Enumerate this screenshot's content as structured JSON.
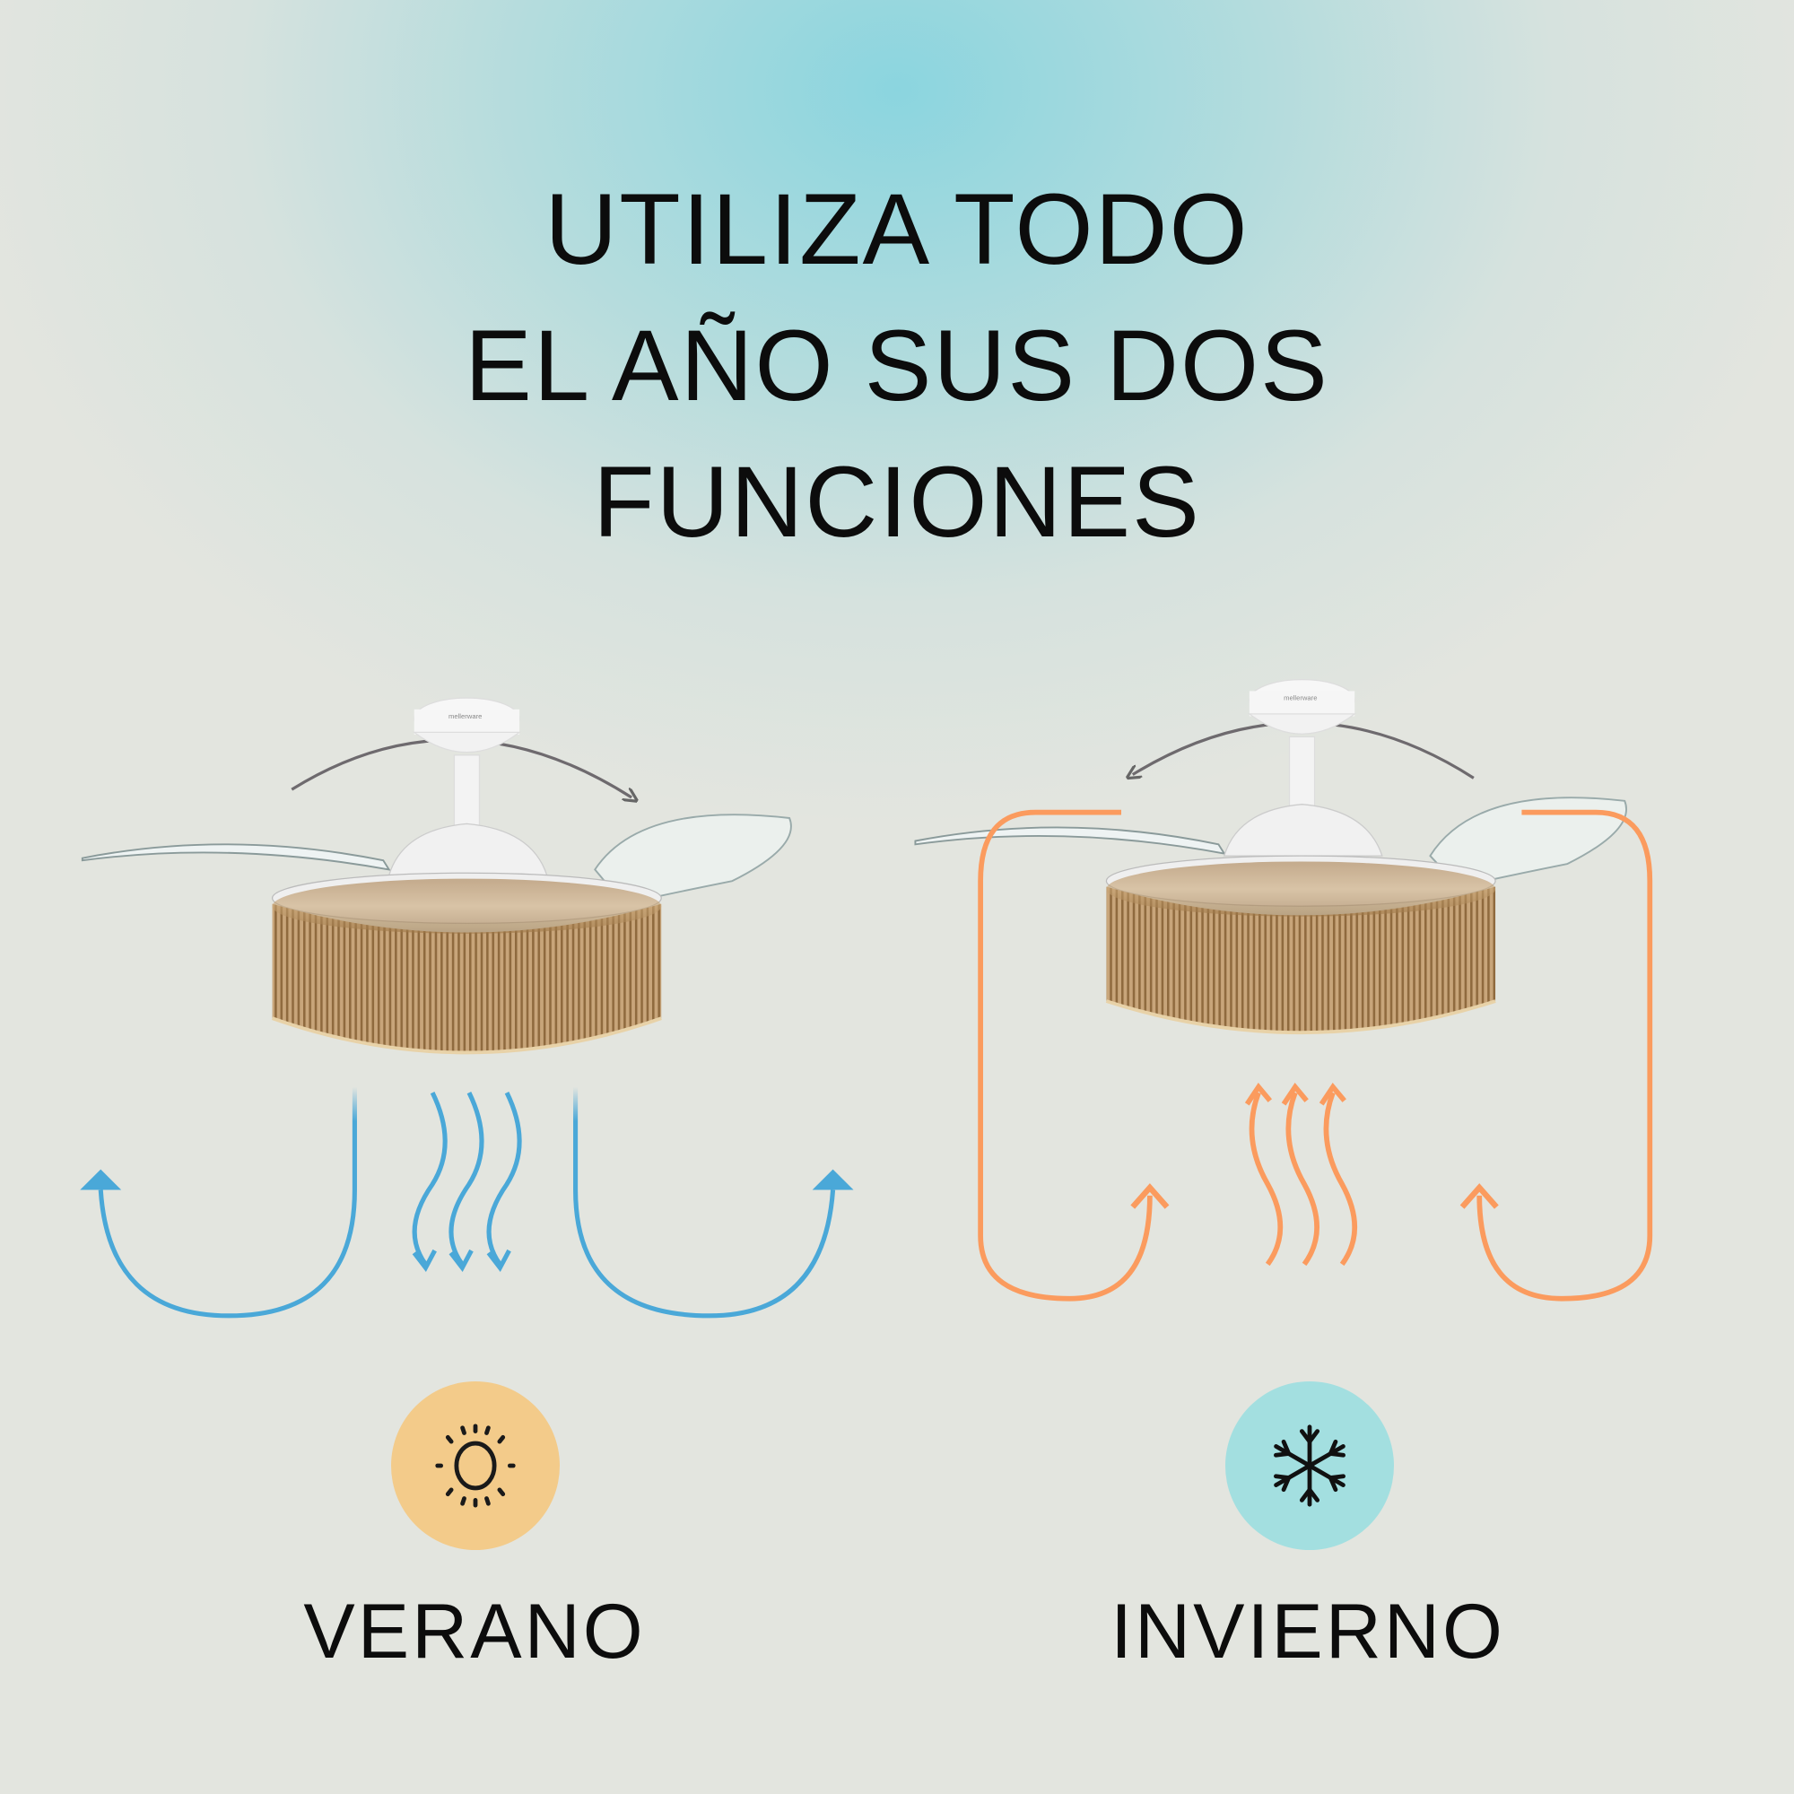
{
  "headline": {
    "lines": [
      "UTILIZA TODO",
      "EL AÑO SUS DOS",
      "FUNCIONES"
    ]
  },
  "brand_on_fan": "mellerware",
  "modes": [
    {
      "label": "VERANO",
      "icon": "sun-icon",
      "badge_color": "#f3cb8a",
      "airflow_color": "#4aa8d8"
    },
    {
      "label": "INVIERNO",
      "icon": "snowflake-icon",
      "badge_color": "#a3dfe0",
      "airflow_color": "#fb9b5e"
    }
  ]
}
